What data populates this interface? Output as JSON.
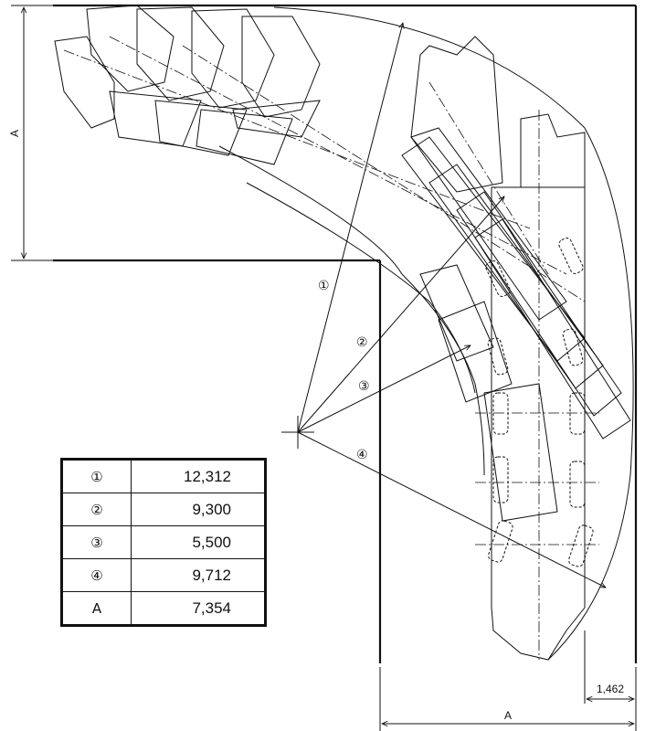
{
  "dimensions": {
    "left_label": "A",
    "bottom_label": "A",
    "right_offset": "1,462"
  },
  "radius_markers": [
    {
      "symbol": "①"
    },
    {
      "symbol": "②"
    },
    {
      "symbol": "③"
    },
    {
      "symbol": "④"
    }
  ],
  "table": {
    "rows": [
      {
        "key": "①",
        "value": "12,312"
      },
      {
        "key": "②",
        "value": "9,300"
      },
      {
        "key": "③",
        "value": "5,500"
      },
      {
        "key": "④",
        "value": "9,712"
      },
      {
        "key": "A",
        "value": "7,354"
      }
    ]
  },
  "colors": {
    "ink": "#111111",
    "background": "#ffffff"
  }
}
